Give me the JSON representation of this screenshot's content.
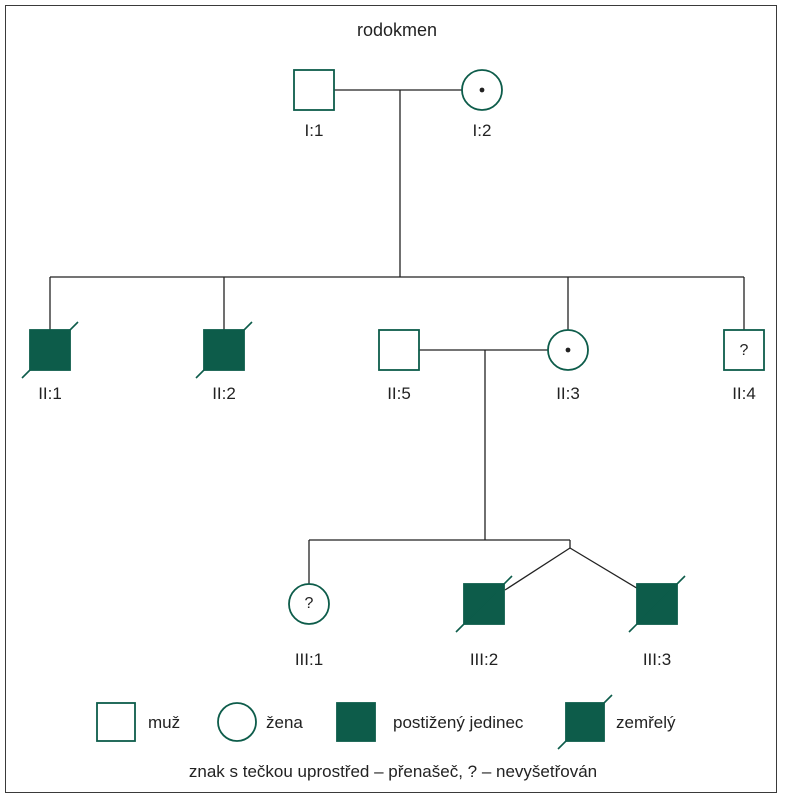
{
  "title": "rodokmen",
  "colors": {
    "affected": "#0d5c4a",
    "outline": "#0d5c4a",
    "line": "#222222"
  },
  "individuals": [
    {
      "id": "I:1",
      "sex": "male",
      "affected": false,
      "carrier": false,
      "deceased": false,
      "unexamined": false
    },
    {
      "id": "I:2",
      "sex": "female",
      "affected": false,
      "carrier": true,
      "deceased": false,
      "unexamined": false
    },
    {
      "id": "II:1",
      "sex": "male",
      "affected": true,
      "carrier": false,
      "deceased": true,
      "unexamined": false
    },
    {
      "id": "II:2",
      "sex": "male",
      "affected": true,
      "carrier": false,
      "deceased": true,
      "unexamined": false
    },
    {
      "id": "II:5",
      "sex": "male",
      "affected": false,
      "carrier": false,
      "deceased": false,
      "unexamined": false
    },
    {
      "id": "II:3",
      "sex": "female",
      "affected": false,
      "carrier": true,
      "deceased": false,
      "unexamined": false
    },
    {
      "id": "II:4",
      "sex": "male",
      "affected": false,
      "carrier": false,
      "deceased": false,
      "unexamined": true
    },
    {
      "id": "III:1",
      "sex": "female",
      "affected": false,
      "carrier": false,
      "deceased": false,
      "unexamined": true
    },
    {
      "id": "III:2",
      "sex": "male",
      "affected": true,
      "carrier": false,
      "deceased": true,
      "unexamined": false
    },
    {
      "id": "III:3",
      "sex": "male",
      "affected": true,
      "carrier": false,
      "deceased": true,
      "unexamined": false
    }
  ],
  "unexamined_mark": "?",
  "legend": {
    "male": "muž",
    "female": "žena",
    "affected": "postižený jedinec",
    "deceased": "zemřelý"
  },
  "note": "znak s tečkou uprostřed – přenašeč, ? – nevyšetřován"
}
